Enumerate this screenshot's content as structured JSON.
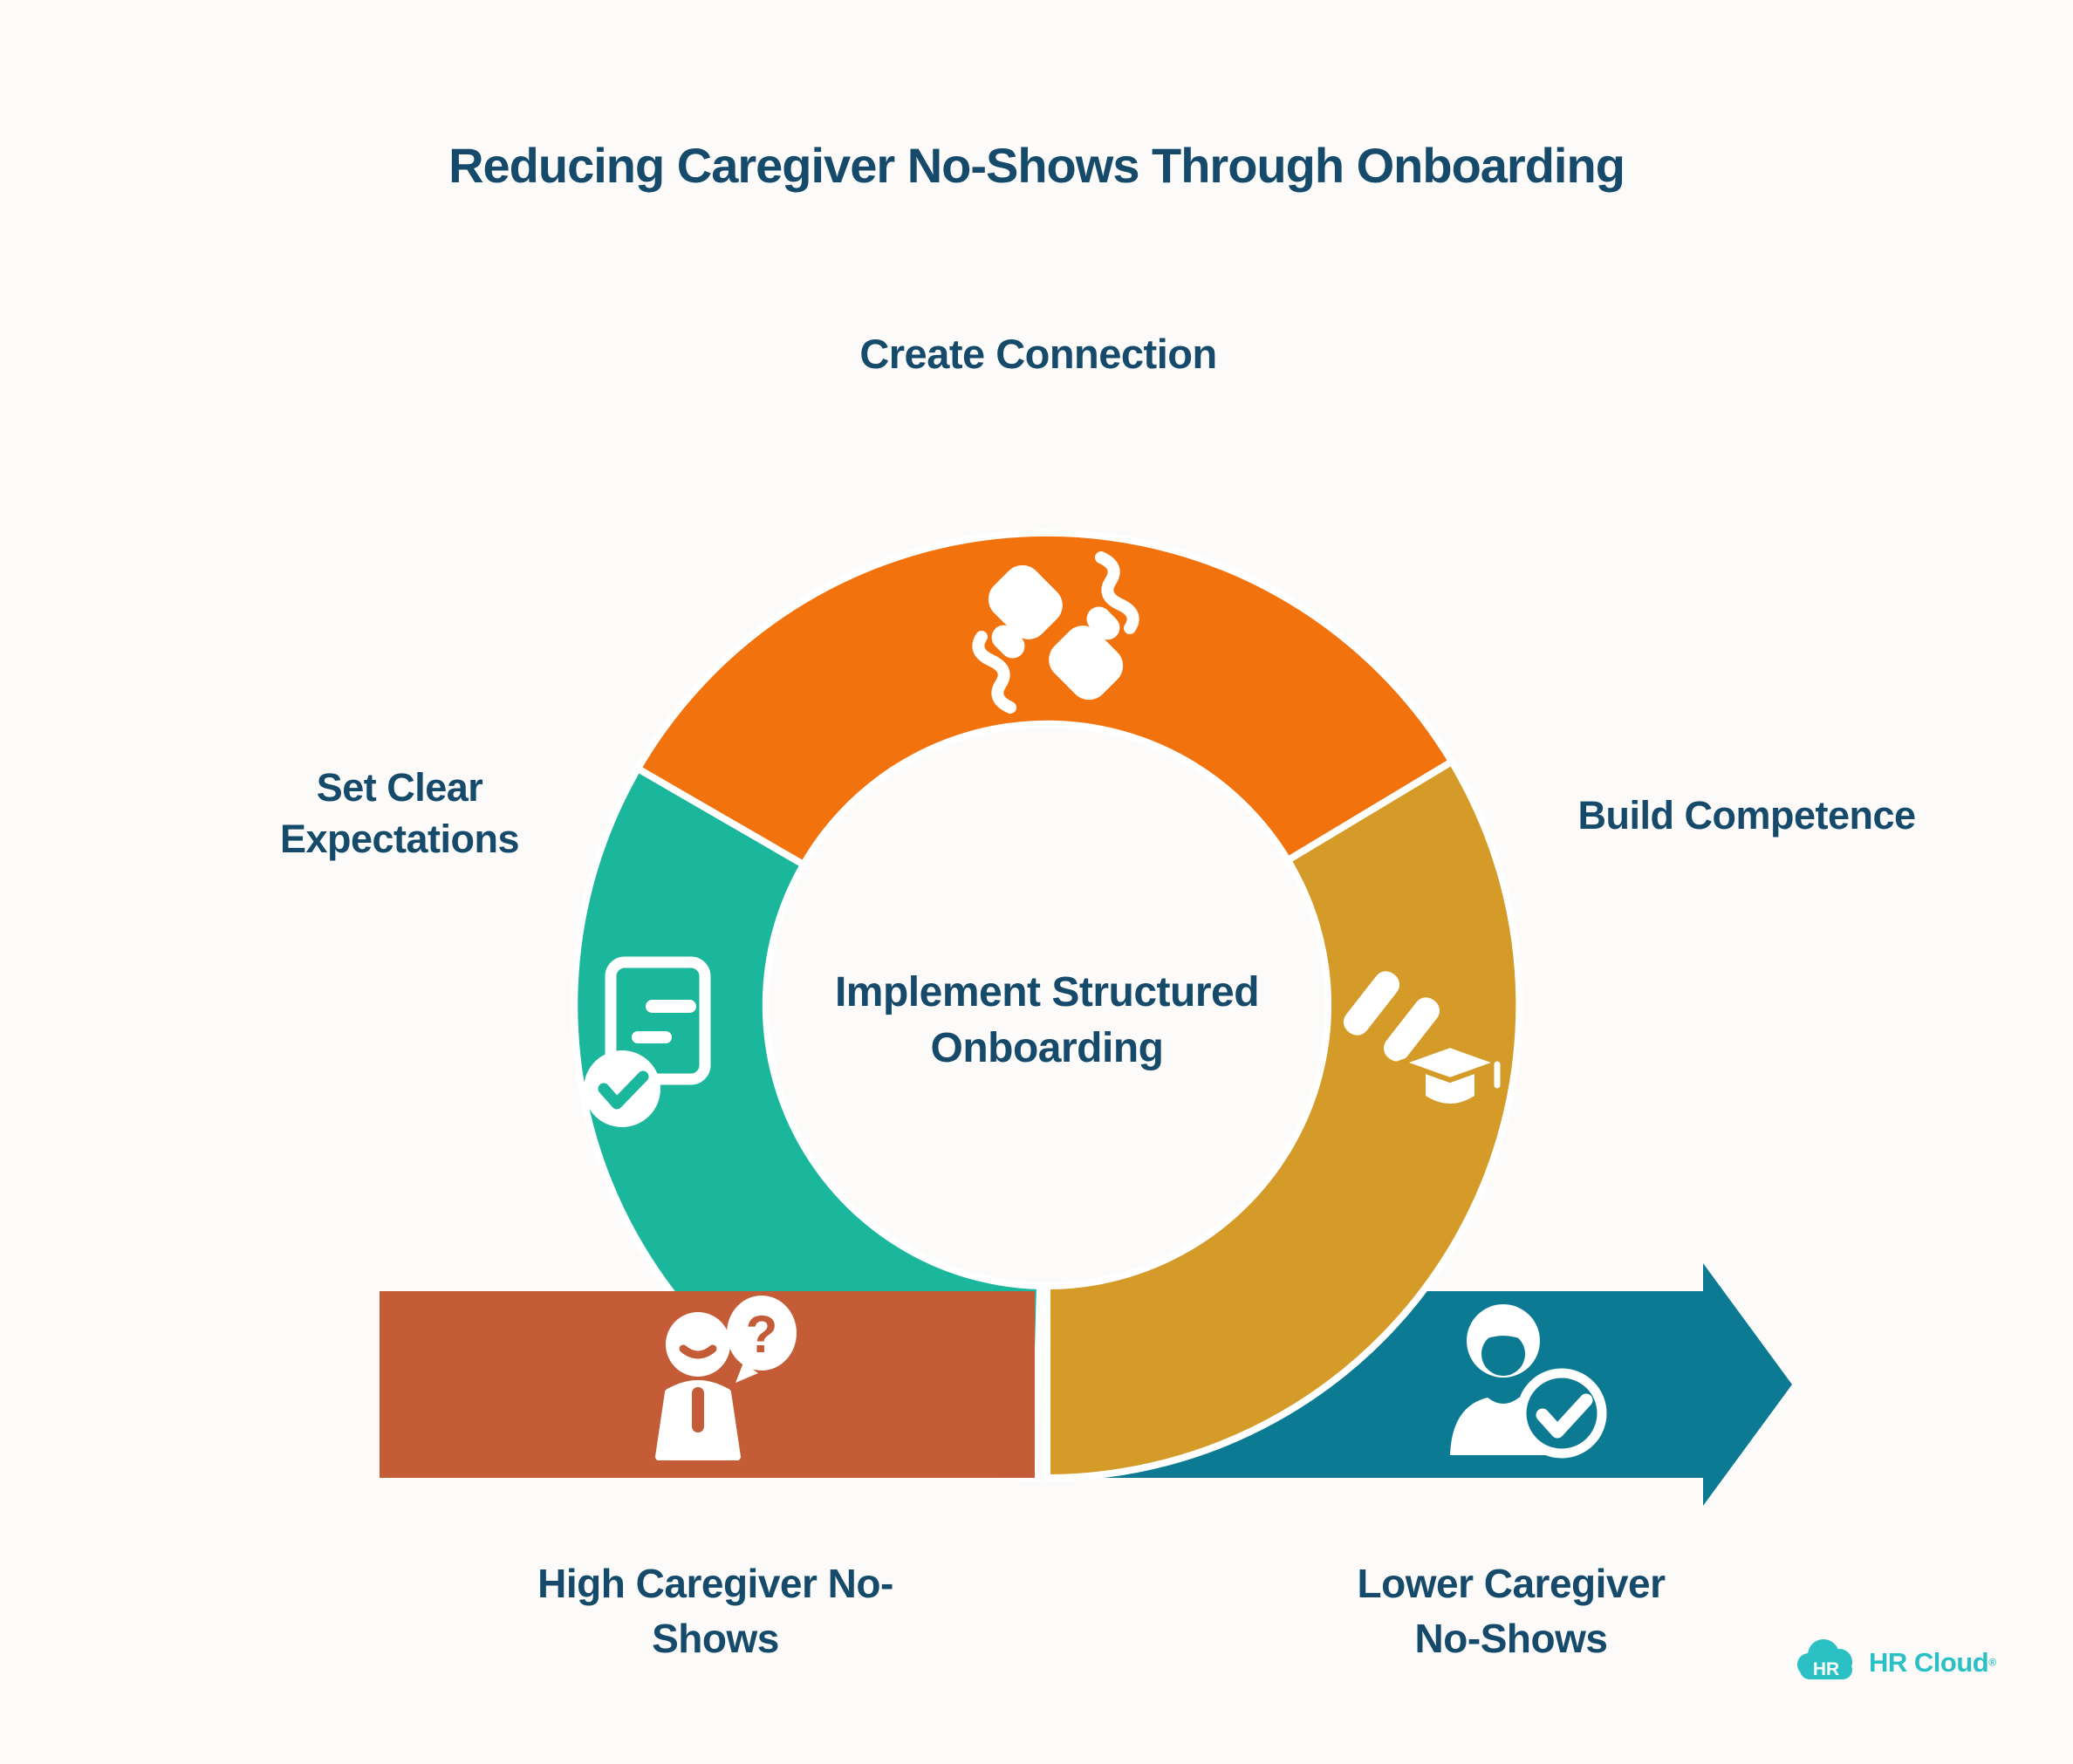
{
  "title": "Reducing Caregiver No-Shows Through Onboarding",
  "diagram": {
    "stages": {
      "top": {
        "label": "Create Connection",
        "icon": "handshake-icon"
      },
      "left": {
        "label": "Set Clear\nExpectations",
        "icon": "document-check-icon"
      },
      "right": {
        "label": "Build Competence",
        "icon": "books-graduation-cap-icon"
      },
      "center": {
        "label": "Implement Structured\nOnboarding"
      },
      "start": {
        "label": "High Caregiver No-\nShows",
        "icon": "person-question-icon"
      },
      "end": {
        "label": "Lower Caregiver\nNo-Shows",
        "icon": "caregiver-check-icon"
      }
    },
    "flow": "loop with start bar and exit arrow"
  },
  "icons": {
    "question_mark": "?"
  },
  "colors": {
    "orange": "#F2730D",
    "teal": "#1AB79D",
    "gold": "#D49B28",
    "red": "#C45C37",
    "arrow_teal": "#0B7A92",
    "navy_text": "#164A6B",
    "logo_teal": "#2AC0C4",
    "white": "#FFFFFF",
    "background": "#FCFBFA"
  },
  "logo": {
    "abbr": "HR",
    "name": "HR Cloud",
    "registered": "®"
  }
}
